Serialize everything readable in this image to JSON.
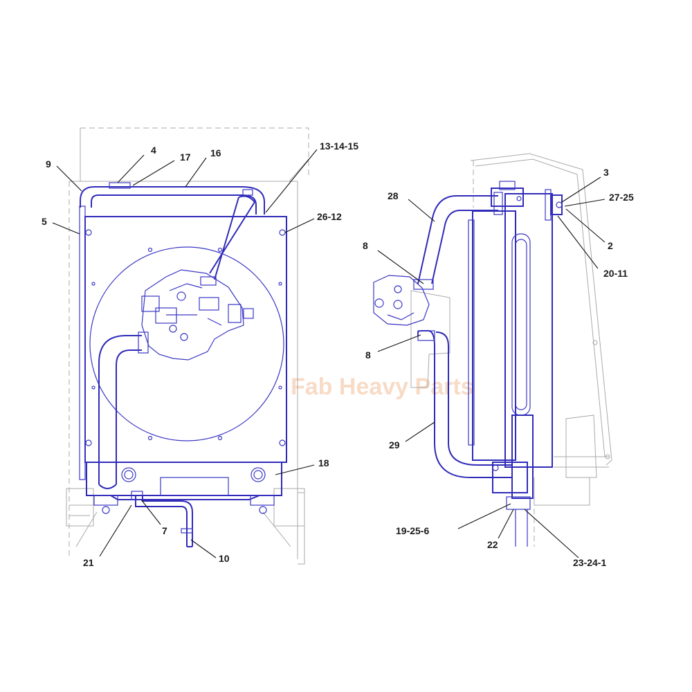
{
  "watermark": "Fab Heavy Parts",
  "colors": {
    "part_outline": "#2f2ab8",
    "ghost_outline": "#a9a9a9",
    "label": "#1a1a1a",
    "watermark": "#f3c9a8"
  },
  "front_view": {
    "callouts": [
      "9",
      "4",
      "17",
      "16",
      "13-14-15",
      "5",
      "26-12",
      "18",
      "7",
      "21",
      "10"
    ]
  },
  "side_view": {
    "callouts": [
      "3",
      "27-25",
      "28",
      "2",
      "20-11",
      "8",
      "8",
      "29",
      "19-25-6",
      "22",
      "23-24-1"
    ]
  }
}
